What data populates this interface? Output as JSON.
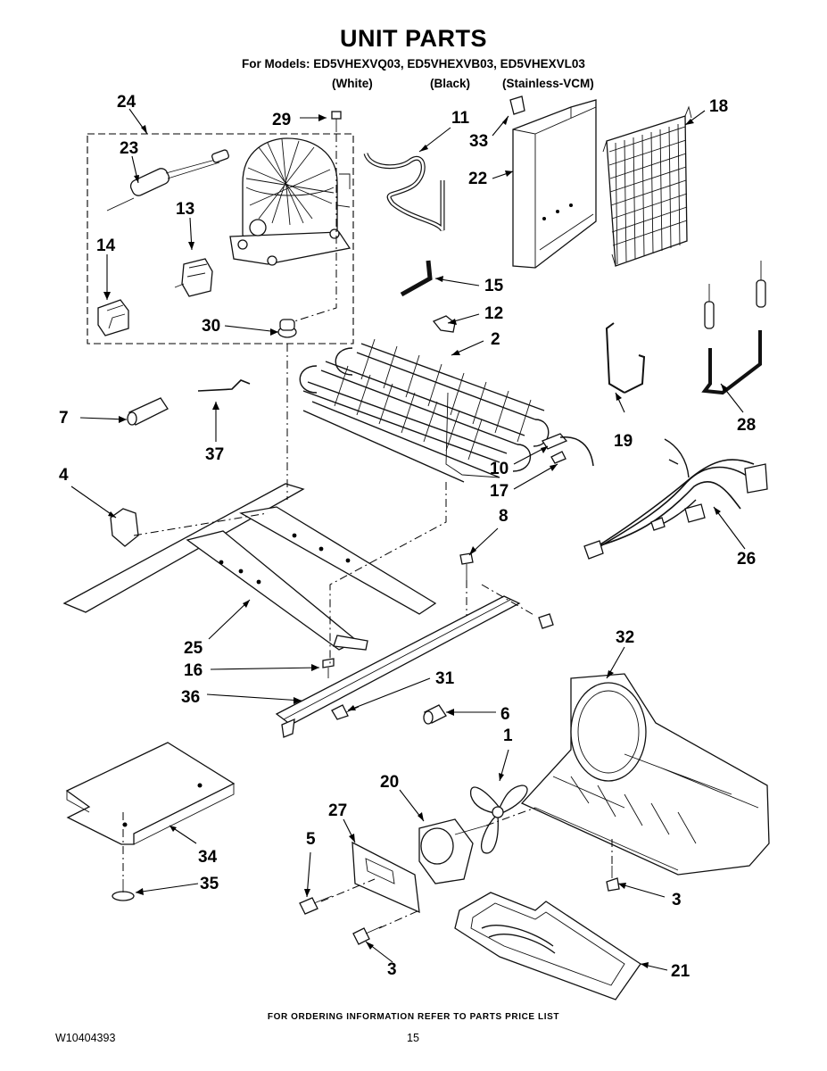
{
  "header": {
    "title": "UNIT PARTS",
    "models_line": "For Models: ED5VHEXVQ03, ED5VHEXVB03, ED5VHEXVL03",
    "variants": [
      "(White)",
      "(Black)",
      "(Stainless-VCM)"
    ]
  },
  "callouts": {
    "c1": "1",
    "c2": "2",
    "c3a": "3",
    "c3b": "3",
    "c4": "4",
    "c5": "5",
    "c6": "6",
    "c7": "7",
    "c8": "8",
    "c10": "10",
    "c11": "11",
    "c12": "12",
    "c13": "13",
    "c14": "14",
    "c15": "15",
    "c16": "16",
    "c17": "17",
    "c18": "18",
    "c19": "19",
    "c20": "20",
    "c21": "21",
    "c22": "22",
    "c23": "23",
    "c24": "24",
    "c25": "25",
    "c26": "26",
    "c27": "27",
    "c28": "28",
    "c29": "29",
    "c30": "30",
    "c31": "31",
    "c32": "32",
    "c33": "33",
    "c34": "34",
    "c35": "35",
    "c36": "36",
    "c37": "37"
  },
  "footer": {
    "note": "FOR ORDERING INFORMATION REFER TO PARTS PRICE LIST",
    "doc_number": "W10404393",
    "page_number": "15"
  }
}
